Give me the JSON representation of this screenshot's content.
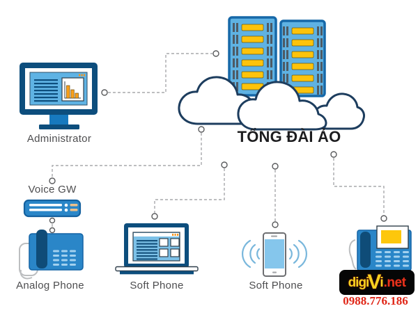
{
  "title": "TỔNG ĐÀI ẢO",
  "nodes": {
    "administrator": {
      "label": "Administrator"
    },
    "voice_gw": {
      "label": "Voice GW"
    },
    "analog_phone": {
      "label": "Analog Phone"
    },
    "soft_phone_laptop": {
      "label": "Soft Phone"
    },
    "soft_phone_mobile": {
      "label": "Soft Phone"
    }
  },
  "branding": {
    "logo_part_digi": "digi",
    "logo_part_v": "V",
    "logo_part_i": "i",
    "logo_part_net": ".net",
    "phone_number": "0988.776.186"
  },
  "colors": {
    "tower_fill": "#5fb2e2",
    "tower_border": "#1668a8",
    "server_led_yellow": "#fdc30b",
    "cloud_outline": "#1d3d5e",
    "device_blue": "#2a86c8",
    "device_dark_navy": "#0d4e7d",
    "window_blue": "#7cc1e8",
    "keypad_dash": "#a3d1ef",
    "connector_gray": "#a7a9ac",
    "label_gray": "#4d4d4f",
    "logo_yellow": "#f6d11f",
    "logo_red": "#e8321c",
    "chart_orange": "#f9a01b"
  }
}
